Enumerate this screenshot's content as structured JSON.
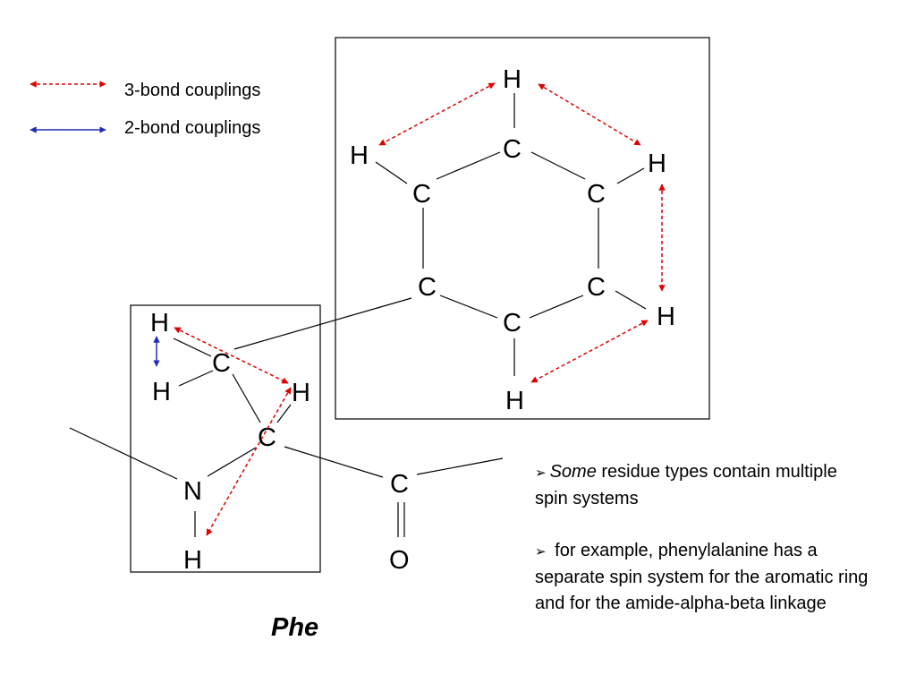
{
  "legend": {
    "three_bond": "3-bond couplings",
    "two_bond": "2-bond couplings",
    "three_bond_color": "#e00000",
    "two_bond_color": "#1f2fb0"
  },
  "atoms": {
    "H": "H",
    "C": "C",
    "N": "N",
    "O": "O"
  },
  "caption": "Phe",
  "notes": [
    {
      "bullet": "➢",
      "emphasis": "Some",
      "text": " residue types contain multiple spin systems"
    },
    {
      "bullet": "➢",
      "emphasis": "",
      "text": "for example, phenylalanine has a separate spin system for the aromatic ring and for the amide-alpha-beta linkage"
    }
  ]
}
